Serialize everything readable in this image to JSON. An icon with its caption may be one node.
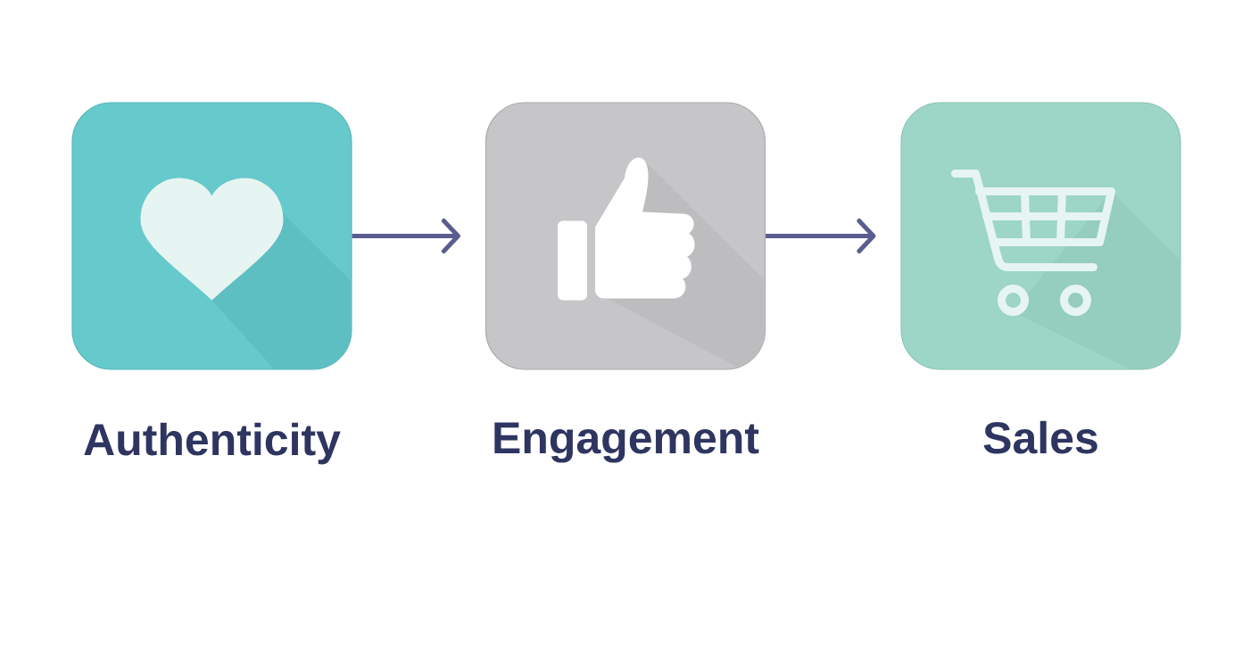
{
  "diagram": {
    "nodes": [
      {
        "text": [
          "Authenticity"
        ]
      },
      {
        "text": [
          "Engagement"
        ]
      },
      {
        "text": [
          "Sales"
        ]
      }
    ],
    "edges": [
      {
        "from": 0,
        "to": 1,
        "arrow": "to"
      },
      {
        "from": 1,
        "to": 2,
        "arrow": "to"
      }
    ]
  }
}
